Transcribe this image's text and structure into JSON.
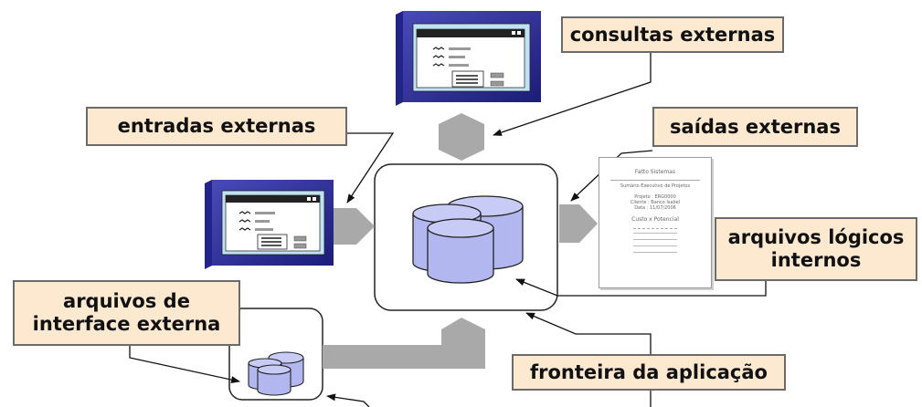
{
  "labels": {
    "consultas": "consultas externas",
    "entradas": "entradas externas",
    "saidas": "saídas externas",
    "ali_line1": "arquivos lógicos",
    "ali_line2": "internos",
    "aie_line1": "arquivos de",
    "aie_line2": "interface externa",
    "fronteira": "fronteira da aplicação"
  },
  "report": {
    "title": "Fatto Sistemas",
    "subtitle": "Sumário Executivo de Projetos",
    "line1": "Projeto : ERG0000",
    "line2": "Cliente : Banco Isabel",
    "line3": "Data     : 11/07/2006",
    "section": "Custo x Potencial"
  },
  "colors": {
    "label_fill": "#fde9d0",
    "cylinder_fill": "#b3b7f0",
    "arrow_fill": "#a9a9a9",
    "monitor_body": "#3030a0"
  }
}
